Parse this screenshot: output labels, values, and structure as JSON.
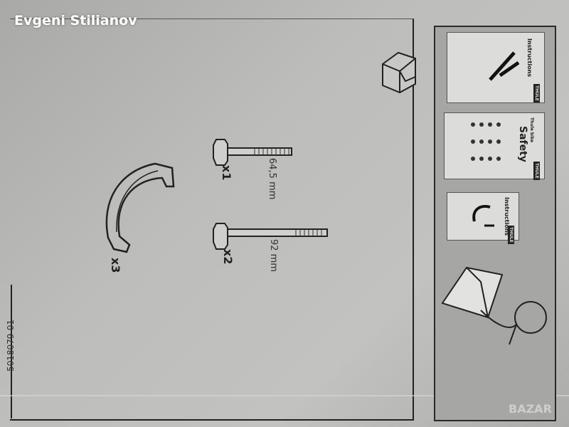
{
  "watermark": {
    "author": "Evgeni Stilianov",
    "site_logo": "BAZAR"
  },
  "parts": [
    {
      "name": "bolt-short",
      "quantity": "x1",
      "length": "64,5 mm"
    },
    {
      "name": "bolt-long",
      "quantity": "x2",
      "length": "92 mm"
    },
    {
      "name": "clamp",
      "quantity": "x3"
    }
  ],
  "documents": [
    {
      "title": "Instructions",
      "brand": "THULE"
    },
    {
      "title": "Safety",
      "subtitle": "Thule bike",
      "brand": "THULE"
    },
    {
      "title": "Instructions",
      "brand": "THULE"
    }
  ],
  "part_number": "5018079-01"
}
